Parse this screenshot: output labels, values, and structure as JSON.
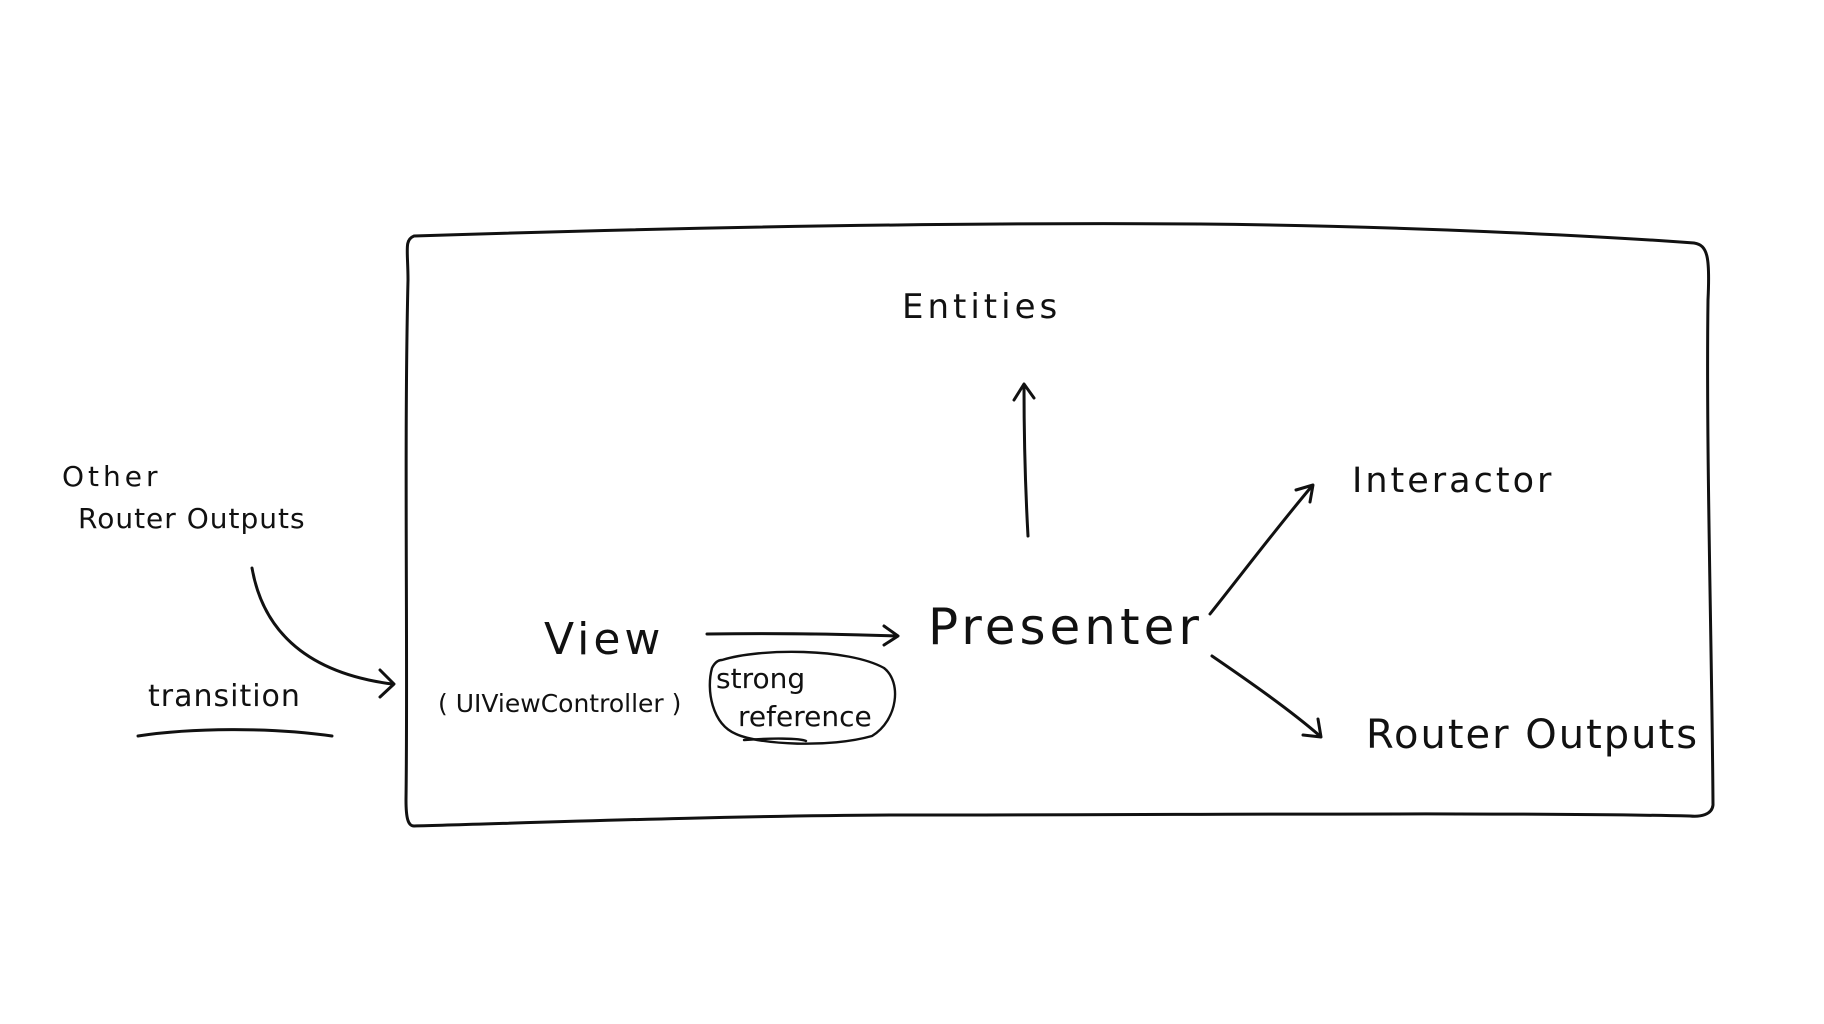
{
  "labels": {
    "entities": "Entities",
    "interactor": "Interactor",
    "presenter": "Presenter",
    "view": "View",
    "view_sub": "( UIViewController )",
    "strong_line1": "strong",
    "strong_line2": "reference",
    "router_outputs": "Router Outputs",
    "other_line1": "Other",
    "other_line2": "Router Outputs",
    "transition": "transition"
  },
  "colors": {
    "ink": "#111111",
    "background": "#ffffff"
  }
}
